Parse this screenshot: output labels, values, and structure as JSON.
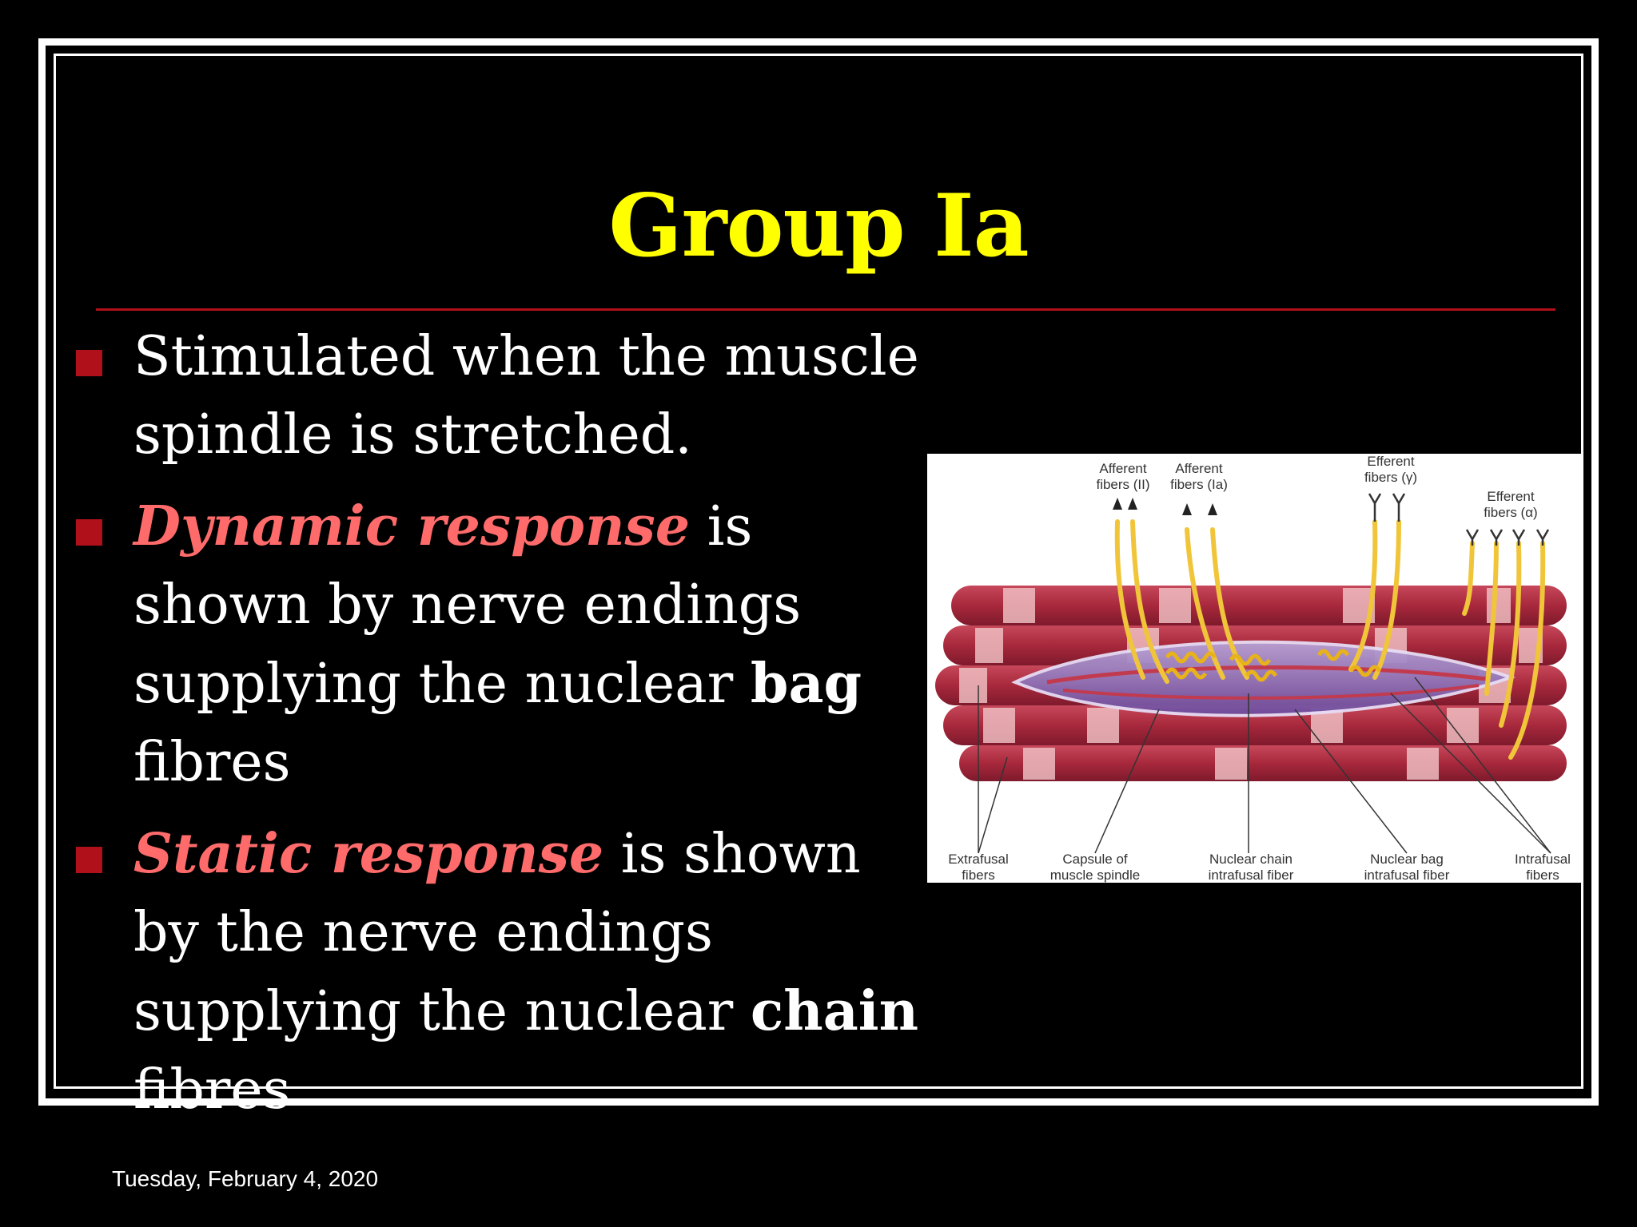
{
  "slide": {
    "title": "Group Ia",
    "bullets": [
      {
        "text": "Stimulated when the muscle spindle is stretched."
      },
      {
        "emphasis": "Dynamic response",
        "text_before_bold": " is shown by nerve endings supplying the nuclear ",
        "bold": "bag",
        "text_after": " fibres"
      },
      {
        "emphasis": "Static response",
        "text_before_bold": " is shown by the nerve endings supplying the nuclear ",
        "bold": "chain",
        "text_after": " fibres"
      }
    ],
    "date": "Tuesday, February 4, 2020"
  },
  "figure": {
    "top_labels": {
      "afferent_ii": "Afferent\nfibers (II)",
      "afferent_ia": "Afferent\nfibers (Ia)",
      "efferent_gamma": "Efferent\nfibers (γ)",
      "efferent_alpha": "Efferent\nfibers (α)"
    },
    "bottom_labels": {
      "extrafusal": "Extrafusal\nfibers",
      "capsule": "Capsule of\nmuscle spindle",
      "nuclear_chain": "Nuclear chain\nintrafusal fiber",
      "nuclear_bag": "Nuclear bag\nintrafusal fiber",
      "intrafusal": "Intrafusal\nfibers"
    }
  },
  "colors": {
    "background": "#000000",
    "title": "#ffff00",
    "accent_red": "#b0101a",
    "emphasis": "#ff6b6b"
  }
}
